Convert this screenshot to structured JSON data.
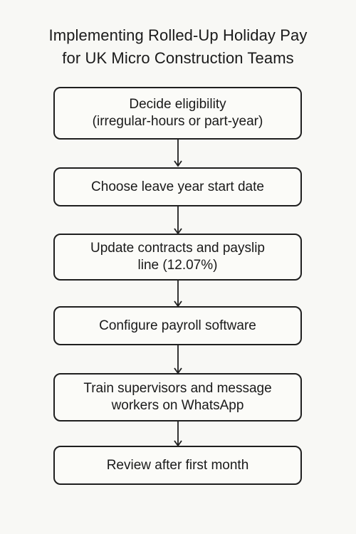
{
  "diagram": {
    "title_line1": "Implementing Rolled-Up Holiday Pay",
    "title_line2": "for UK Micro Construction Teams",
    "steps": [
      {
        "line1": "Decide eligibility",
        "line2": "(irregular-hours or part-year)"
      },
      {
        "line1": "Choose leave year start date"
      },
      {
        "line1": "Update contracts and payslip",
        "line2": "line (12.07%)"
      },
      {
        "line1": "Configure payroll software"
      },
      {
        "line1": "Train supervisors and message",
        "line2": "workers on WhatsApp"
      },
      {
        "line1": "Review after first month"
      }
    ]
  }
}
